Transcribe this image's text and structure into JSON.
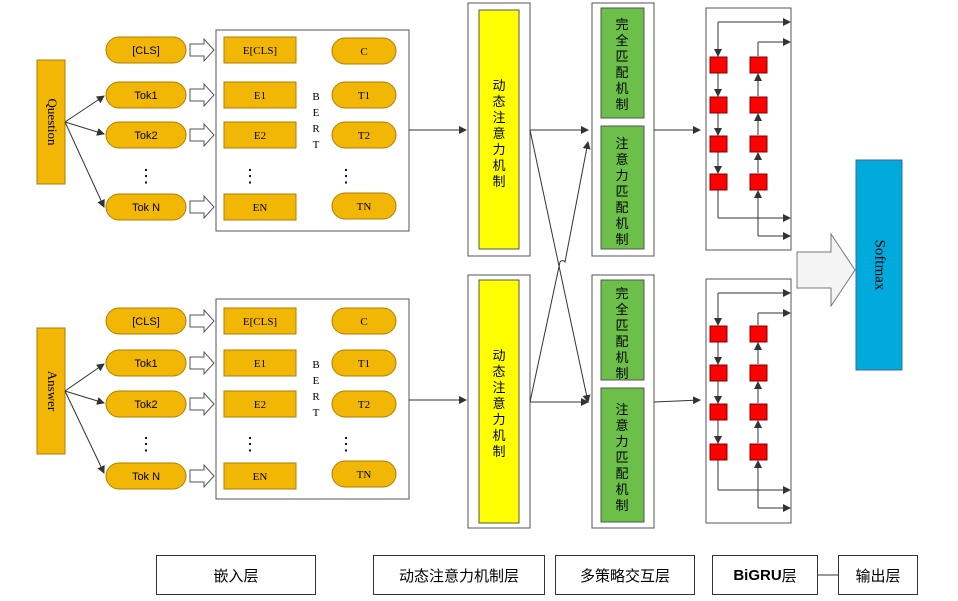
{
  "colors": {
    "orange_fill": "#f2b705",
    "orange_stroke": "#b07d00",
    "yellow_fill": "#ffff00",
    "green_fill": "#6cc04a",
    "red_cell": "#ff0000",
    "softmax_fill": "#00aadd"
  },
  "question": {
    "label": "Question",
    "tokens": [
      "[CLS]",
      "Tok1",
      "Tok2",
      "Tok N"
    ],
    "embeddings": [
      "E[CLS]",
      "E1",
      "E2",
      "EN"
    ],
    "outputs": [
      "C",
      "T1",
      "T2",
      "TN"
    ],
    "bert_letters": [
      "B",
      "E",
      "R",
      "T"
    ],
    "dots": "⋮"
  },
  "answer": {
    "label": "Answer",
    "tokens": [
      "[CLS]",
      "Tok1",
      "Tok2",
      "Tok N"
    ],
    "embeddings": [
      "E[CLS]",
      "E1",
      "E2",
      "EN"
    ],
    "outputs": [
      "C",
      "T1",
      "T2",
      "TN"
    ],
    "bert_letters": [
      "B",
      "E",
      "R",
      "T"
    ],
    "dots": "⋮"
  },
  "attention": {
    "chars": [
      "动",
      "态",
      "注",
      "意",
      "力",
      "机",
      "制"
    ]
  },
  "matching": {
    "full_chars": [
      "完",
      "全",
      "匹",
      "配",
      "机",
      "制"
    ],
    "attn_chars": [
      "注",
      "意",
      "力",
      "匹",
      "配",
      "机",
      "制"
    ]
  },
  "softmax": {
    "label": "Softmax"
  },
  "legend": {
    "embed": "嵌入层",
    "attention": "动态注意力机制层",
    "interaction": "多策略交互层",
    "bigru_bold": "BiGRU",
    "bigru_suffix": "层",
    "output": "输出层"
  }
}
